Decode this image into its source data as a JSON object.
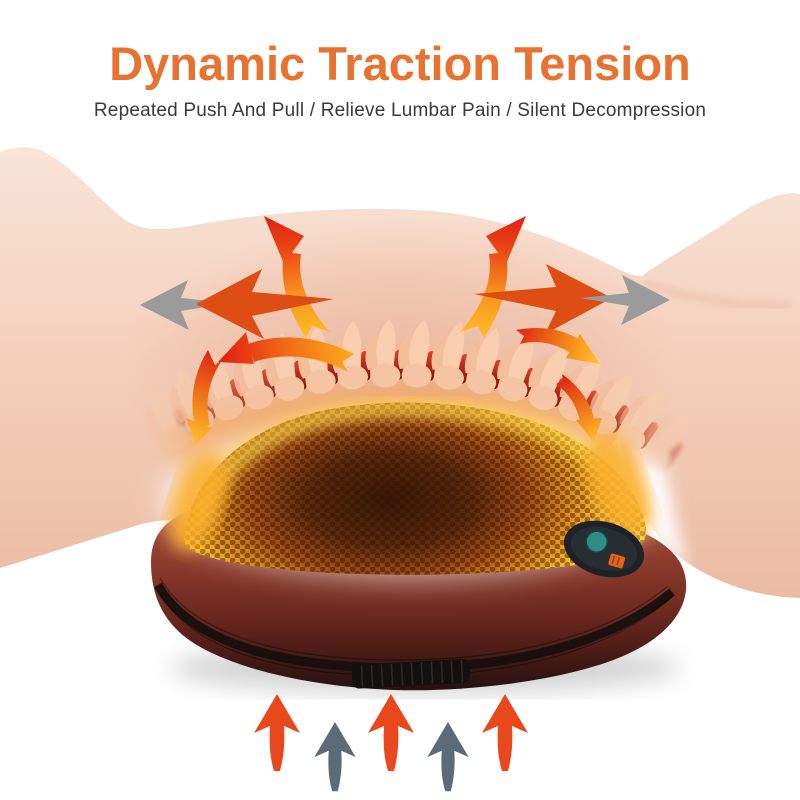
{
  "header": {
    "title": "Dynamic Traction Tension",
    "subtitle": "Repeated Push And Pull / Relieve Lumbar Pain / Silent Decompression"
  },
  "colors": {
    "title_orange": "#E8722F",
    "subtitle_text": "#3A3A3A",
    "background": "#FFFFFF",
    "skin_light": "#F9E4D7",
    "skin_shadow": "#EBBBA2",
    "spine_bone": "#F8CEAE",
    "spinal_disc_red": "#C9281A",
    "glow_yellow": "#FFDA4E",
    "glow_orange": "#EE9423",
    "glow_core_dark": "#40200C",
    "pillow_maroon": "#8C3A2B",
    "pillow_underside": "#201010",
    "zipper_black": "#17100D",
    "button_teal": "#2E8D84",
    "button_label_orange": "#E56318",
    "arrow_red_orange": "#E8481C",
    "arrow_slate_gray": "#5B6B77",
    "side_arrow_gray": "#9B9B9B"
  },
  "icons": {
    "curved_up_arrows": "traction-pull-up-arrow",
    "side_arrows": "stretch-outward-arrow",
    "curl_arrows": "decompression-curl-arrow",
    "bottom_arrows": "push-up-arrow"
  },
  "illustration": {
    "bottom_arrow_pattern": [
      "orange",
      "gray",
      "orange",
      "gray",
      "orange"
    ]
  }
}
